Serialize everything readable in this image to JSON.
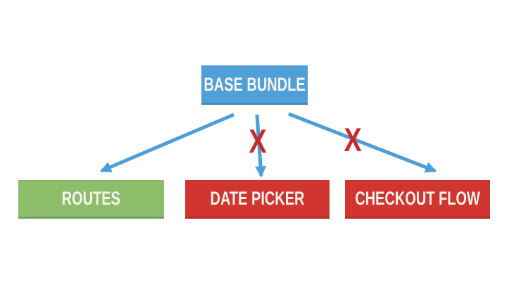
{
  "colors": {
    "background": "#ffffff",
    "node-blue": "#4fa0d8",
    "node-green": "#8cbe6c",
    "node-red": "#d13530",
    "arrow-blue": "#4c9ed8",
    "x-red": "#c8292b",
    "label-text": "#f7f4ef"
  },
  "diagram": {
    "root": {
      "label": "BASE BUNDLE",
      "color": "blue"
    },
    "children": [
      {
        "label": "ROUTES",
        "color": "green",
        "arrow_crossed_out": false
      },
      {
        "label": "DATE PICKER",
        "color": "red",
        "arrow_crossed_out": true
      },
      {
        "label": "CHECKOUT FLOW",
        "color": "red",
        "arrow_crossed_out": true
      }
    ],
    "removed_marker": "X"
  }
}
